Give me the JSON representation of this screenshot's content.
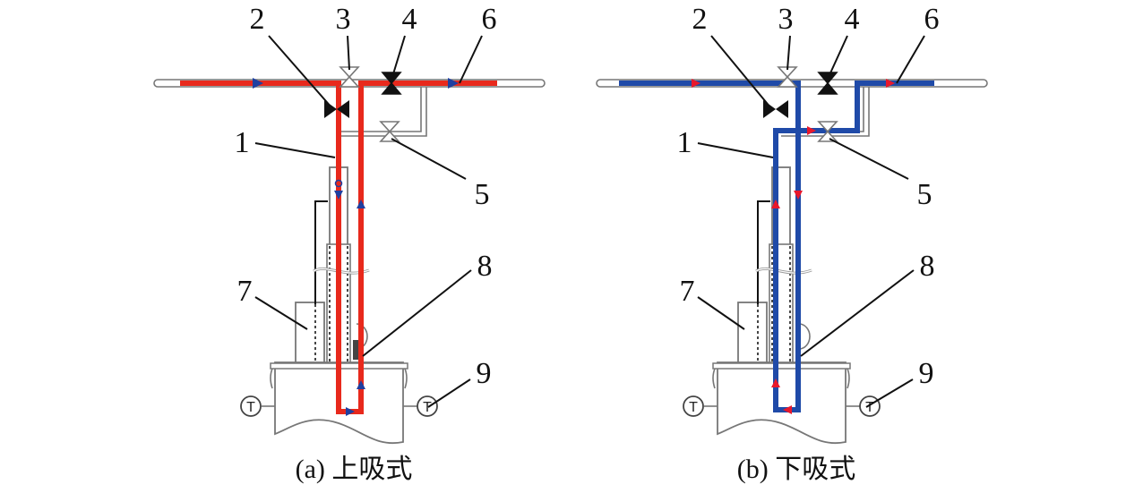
{
  "figure": {
    "panels": [
      {
        "id": "a",
        "caption": "(a) 上吸式",
        "pipe_color": "#e8291c",
        "arrow_color": "#1f3fa0",
        "labels": [
          "1",
          "2",
          "3",
          "4",
          "5",
          "6",
          "7",
          "8",
          "9"
        ],
        "gauge_symbol": "T"
      },
      {
        "id": "b",
        "caption": "(b) 下吸式",
        "pipe_color": "#1f4aa8",
        "arrow_color": "#e8182c",
        "labels": [
          "1",
          "2",
          "3",
          "4",
          "5",
          "6",
          "7",
          "8",
          "9"
        ],
        "gauge_symbol": "T"
      }
    ]
  }
}
